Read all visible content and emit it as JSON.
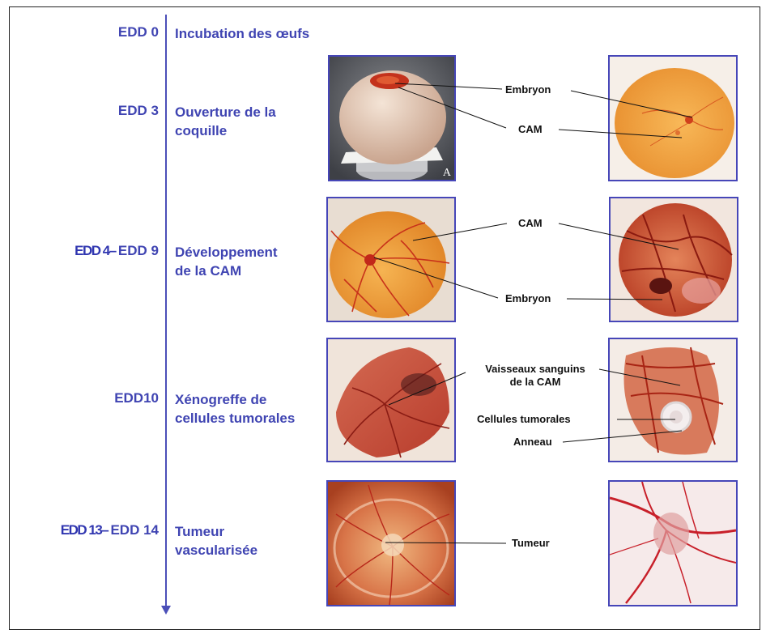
{
  "stages": [
    {
      "edd": "EDD 0",
      "edd_prefix": "",
      "description": "Incubation des œufs"
    },
    {
      "edd": "EDD 3",
      "edd_prefix": "",
      "description": "Ouverture de la\ncoquille"
    },
    {
      "edd": "EDD 9",
      "edd_prefix": "EDD 4– ",
      "description": "Développement\nde la CAM"
    },
    {
      "edd": "EDD10",
      "edd_prefix": "",
      "description": "Xénogreffe de\ncellules tumorales"
    },
    {
      "edd": "EDD 14",
      "edd_prefix": "EDD 13– ",
      "description": "Tumeur\nvascularisée"
    }
  ],
  "labels": {
    "embryon_1": "Embryon",
    "cam_1": "CAM",
    "cam_2": "CAM",
    "embryon_2": "Embryon",
    "vaisseaux": "Vaisseaux sanguins\nde la CAM",
    "cellules": "Cellules tumorales",
    "anneau": "Anneau",
    "tumeur": "Tumeur"
  },
  "photo_mark": "A",
  "colors": {
    "timeline": "#4b4fb8",
    "stage_text": "#3f44b2",
    "photo_border": "#4646b8"
  }
}
